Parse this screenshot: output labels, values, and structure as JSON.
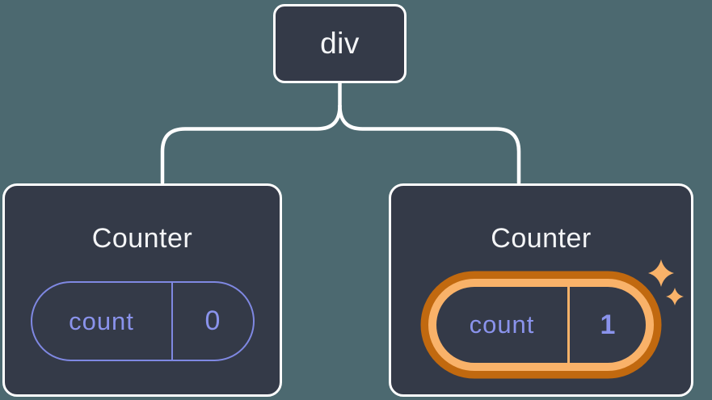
{
  "diagram": {
    "description": "React component tree: div root with two Counter children, second counter state highlighted",
    "background_color": "#4C6970",
    "root_node": {
      "label": "div"
    },
    "counters": [
      {
        "title": "Counter",
        "state_key": "count",
        "state_value": "0",
        "highlighted": false
      },
      {
        "title": "Counter",
        "state_key": "count",
        "state_value": "1",
        "highlighted": true
      }
    ],
    "colors": {
      "card_background": "#343A48",
      "outline_white": "#FFFFFF",
      "state_purple": "#8A93EC",
      "highlight_dark_orange": "#C1690F",
      "highlight_light_orange": "#F9B269"
    },
    "icons": [
      {
        "name": "sparkle-icon-large",
        "color": "#F9B269"
      },
      {
        "name": "sparkle-icon-small",
        "color": "#F9B269"
      }
    ]
  }
}
